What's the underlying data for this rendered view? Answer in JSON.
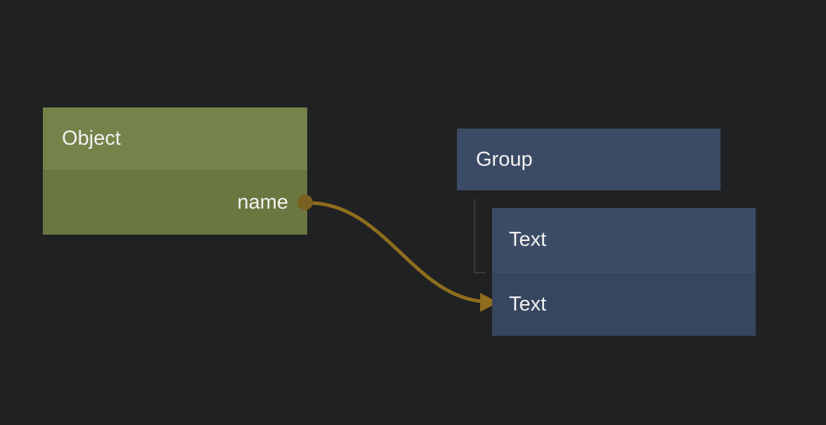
{
  "canvas": {
    "colors": {
      "bg": "#202122",
      "label": "#f2f2f2",
      "conn": "#8e6d1e",
      "port": "#7b611f",
      "bracket": "#3b3b3b",
      "obj-header": "#75824a",
      "obj-body": "#6b7741",
      "group-bg": "#3c4b65",
      "text-row-1": "#3d4c66",
      "text-row-2": "#37465f"
    }
  },
  "nodes": {
    "object": {
      "title": "Object",
      "field": "name"
    },
    "group": {
      "title": "Group"
    },
    "text_list": {
      "items": [
        {
          "label": "Text"
        },
        {
          "label": "Text"
        }
      ]
    }
  }
}
